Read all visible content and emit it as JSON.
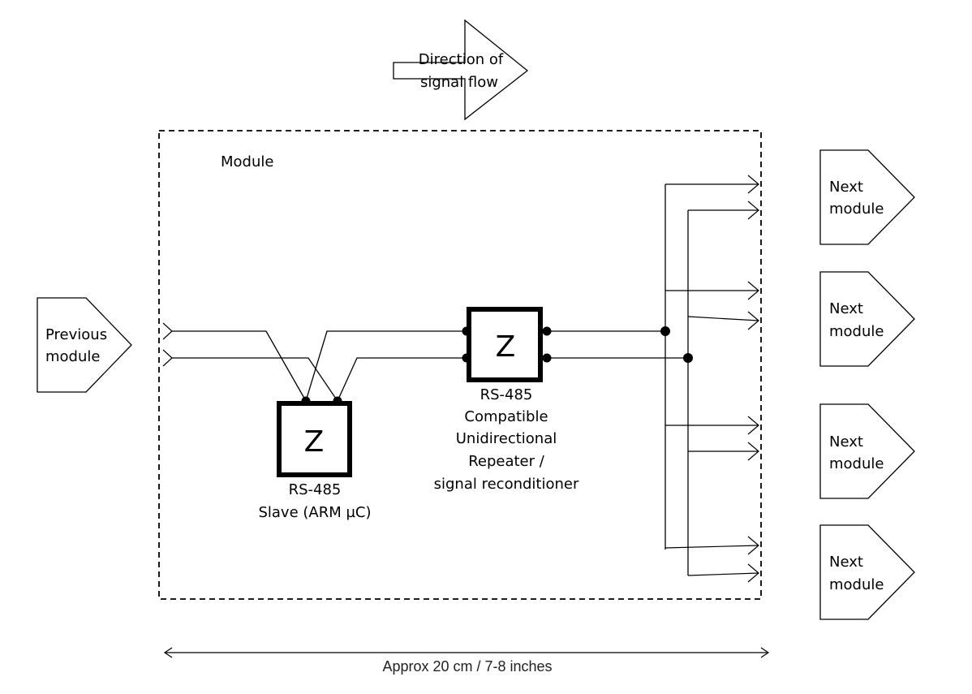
{
  "direction": {
    "line1": "Direction of",
    "line2": "signal flow"
  },
  "module": {
    "label": "Module"
  },
  "previous": {
    "line1": "Previous",
    "line2": "module"
  },
  "next_modules": [
    {
      "line1": "Next",
      "line2": "module"
    },
    {
      "line1": "Next",
      "line2": "module"
    },
    {
      "line1": "Next",
      "line2": "module"
    },
    {
      "line1": "Next",
      "line2": "module"
    }
  ],
  "slave": {
    "symbol": "Z",
    "line1": "RS-485",
    "line2": "Slave (ARM µC)"
  },
  "repeater": {
    "symbol": "Z",
    "line1": "RS-485",
    "line2": "Compatible",
    "line3": "Unidirectional",
    "line4": "Repeater /",
    "line5": "signal reconditioner"
  },
  "dimension": {
    "label": "Approx 20 cm / 7-8 inches"
  }
}
